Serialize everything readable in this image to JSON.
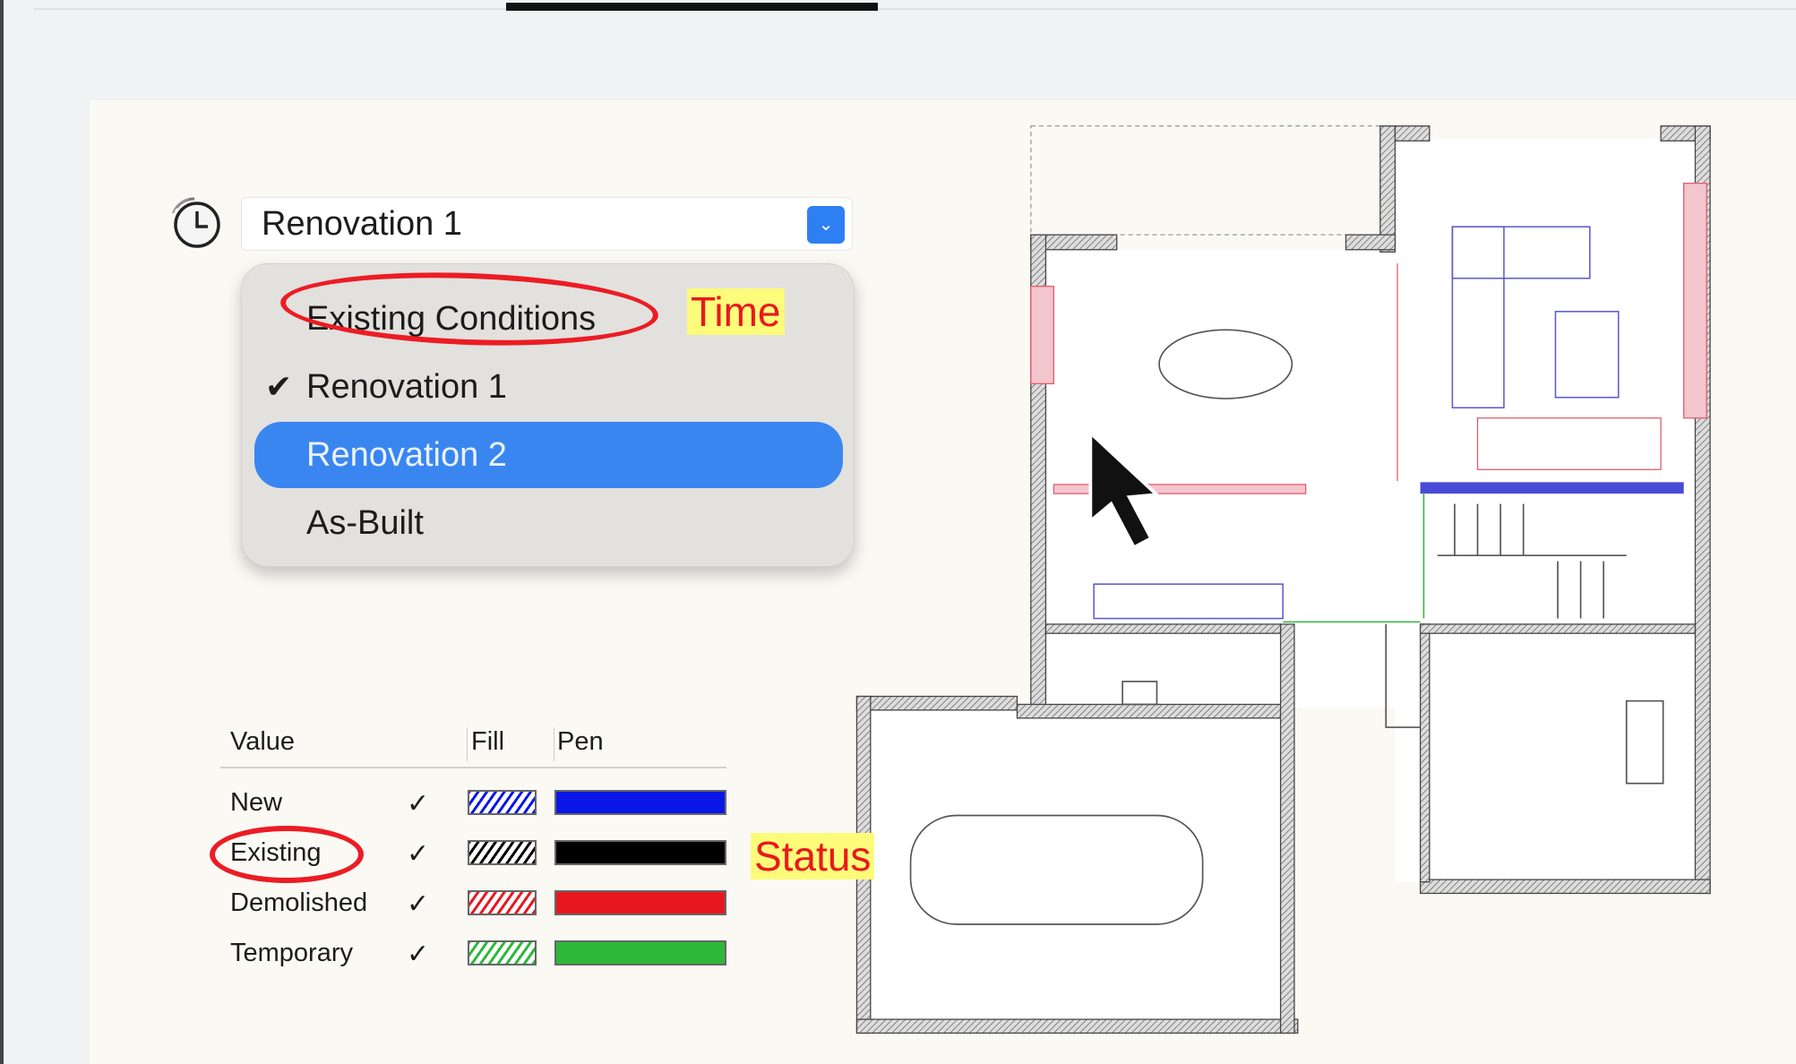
{
  "phase_selector": {
    "icon": "clock-history-icon",
    "selected": "Renovation 1",
    "options": [
      {
        "label": "Existing Conditions",
        "checked": false,
        "highlighted": false
      },
      {
        "label": "Renovation 1",
        "checked": true,
        "highlighted": false
      },
      {
        "label": "Renovation 2",
        "checked": false,
        "highlighted": true
      },
      {
        "label": "As-Built",
        "checked": false,
        "highlighted": false
      }
    ],
    "check_glyph": "✔",
    "chevron": "⌄"
  },
  "annotations": {
    "time": "Time",
    "status": "Status",
    "marker_color": "#ec1c24",
    "highlight_color": "#fdfb7a"
  },
  "legend": {
    "headers": {
      "value": "Value",
      "fill": "Fill",
      "pen": "Pen"
    },
    "check_glyph": "✓",
    "rows": [
      {
        "name": "New",
        "visible": true,
        "color": "#0a16e8"
      },
      {
        "name": "Existing",
        "visible": true,
        "color": "#000000"
      },
      {
        "name": "Demolished",
        "visible": true,
        "color": "#e8171f"
      },
      {
        "name": "Temporary",
        "visible": true,
        "color": "#2db83a"
      }
    ]
  }
}
